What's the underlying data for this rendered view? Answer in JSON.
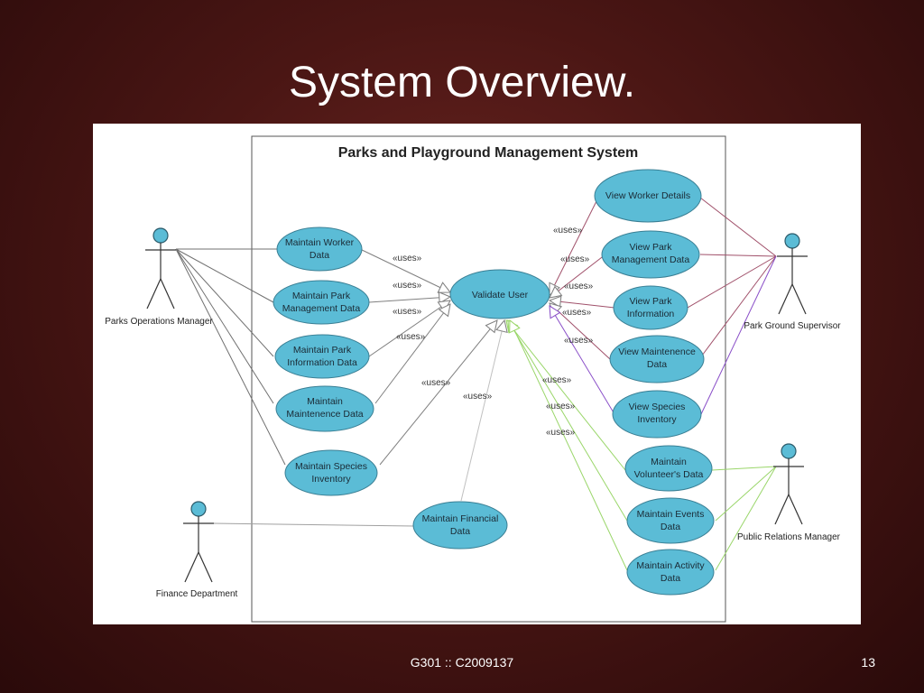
{
  "slide": {
    "title": "System Overview.",
    "footer": "G301 :: C2009137",
    "page_number": "13"
  },
  "diagram": {
    "system_name": "Parks and Playground Management System",
    "stereotype": "«uses»",
    "actors": {
      "parks_ops": "Parks Operations Manager",
      "finance": "Finance Department",
      "ground_sup": "Park Ground Supervisor",
      "pr": "Public Relations Manager"
    },
    "use_cases": {
      "maintain_worker": [
        "Maintain Worker",
        "Data"
      ],
      "maintain_park_mgmt": [
        "Maintain Park",
        "Management Data"
      ],
      "maintain_park_info": [
        "Maintain Park",
        "Information Data"
      ],
      "maintain_maint": [
        "Maintain",
        "Maintenence Data"
      ],
      "maintain_species": [
        "Maintain Species",
        "Inventory"
      ],
      "maintain_financial": [
        "Maintain Financial",
        "Data"
      ],
      "validate_user": [
        "Validate User"
      ],
      "view_worker": [
        "View Worker Details"
      ],
      "view_park_mgmt": [
        "View Park",
        "Management Data"
      ],
      "view_park_info": [
        "View Park",
        "Information"
      ],
      "view_maint": [
        "View Maintenence",
        "Data"
      ],
      "view_species": [
        "View Species",
        "Inventory"
      ],
      "maintain_volunteer": [
        "Maintain",
        "Volunteer's Data"
      ],
      "maintain_events": [
        "Maintain Events",
        "Data"
      ],
      "maintain_activity": [
        "Maintain Activity",
        "Data"
      ]
    },
    "colors": {
      "use_case_fill": "#5bbcd6",
      "left_links": "#707070",
      "supervisor_links": "#a0506a",
      "species_links": "#8a4fc8",
      "pr_links": "#9ad66a",
      "actor_head": "#5bbcd6"
    }
  }
}
